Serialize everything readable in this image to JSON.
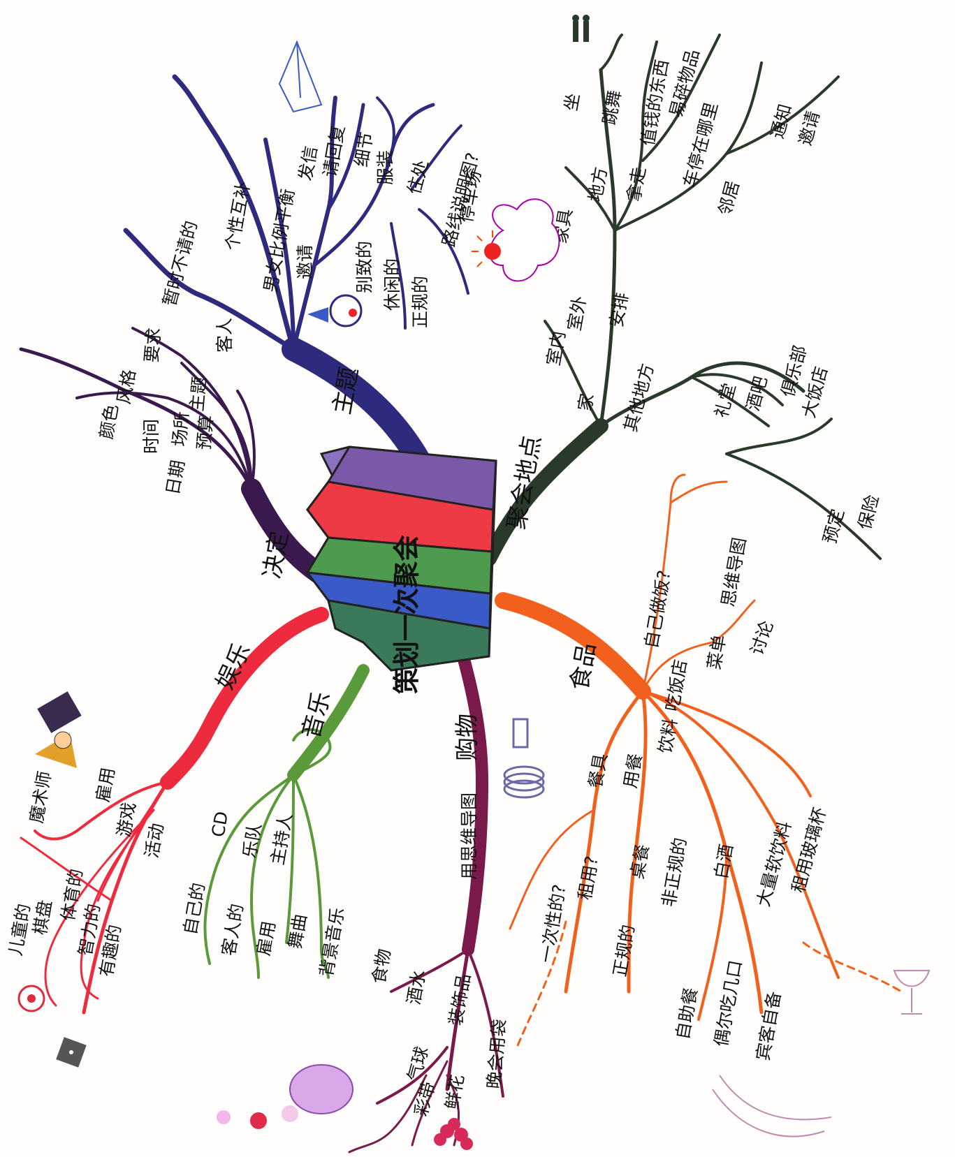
{
  "central": {
    "title": "策划一次聚会"
  },
  "branches": {
    "theme": {
      "label": "主题",
      "sub": [
        "男女比例平衡",
        "个性互补",
        "暂时不请的",
        "客人"
      ],
      "invite": "邀请",
      "send": "发信",
      "reply": "请回复",
      "detail": "细节",
      "attire": "服装",
      "casual": "休闲的",
      "formal": "正规的",
      "special": "别致的",
      "outdoor": "住处",
      "map": "路线说明图?",
      "parking": "停车场"
    },
    "decide": {
      "label": "决定",
      "items": [
        "日期",
        "时间",
        "主题",
        "场所",
        "预算",
        "要求",
        "颜色",
        "风格"
      ]
    },
    "venue": {
      "label": "聚会地点",
      "home": "家",
      "other": "其他地方",
      "arrange": "安排",
      "indoor": "室内",
      "outdoor_area": "室外",
      "furniture": "家具",
      "room": "地方",
      "sit": "坐",
      "dance": "跳舞",
      "move": "拿走",
      "valuables": "值钱的东西",
      "fragile": "易碎物品",
      "car": "车停在哪里",
      "neighbors": "邻居",
      "notify": "通知",
      "invite_n": "邀请",
      "hall": "礼堂",
      "bar": "酒吧",
      "club": "俱乐部",
      "hotel": "大饭店",
      "book": "预定",
      "deposit": "保险"
    },
    "food": {
      "label": "食品",
      "cook": "自己做饭?",
      "restaurant": "吃饭店",
      "menu": "菜单",
      "discuss": "讨论",
      "ideas": "思维导图",
      "tableware": "餐具",
      "use": "用餐",
      "drinks": "饮料",
      "rent": "租用?",
      "disposable": "一次性的?",
      "formal_t": "正规的",
      "table": "桌餐",
      "informal": "非正规的",
      "buffet": "自助餐",
      "snack": "偶尔吃几口",
      "guests": "宾客自备",
      "wine": "白酒",
      "soft": "大量软饮料",
      "glasses": "租用玻璃杯"
    },
    "shopping": {
      "label": "购物",
      "method": "用思维导图",
      "food_s": "食物",
      "liquor": "酒水",
      "decor": "装饰品",
      "bags": "晚会用袋",
      "balloons": "气球",
      "ribbons": "彩带",
      "flowers": "鲜花"
    },
    "music": {
      "label": "音乐",
      "cd": "CD",
      "band": "乐队",
      "host": "主持人",
      "dance_m": "舞曲",
      "bg": "背景音乐",
      "own": "自己的",
      "guest_own": "客人的",
      "hire": "雇用"
    },
    "fun": {
      "label": "娱乐",
      "activities": "活动",
      "games": "游戏",
      "hire_f": "雇用",
      "magician": "魔术师",
      "kids": "儿童的",
      "board": "棋盘",
      "sports": "体育的",
      "mental": "智力的",
      "funny": "有趣的"
    }
  },
  "colors": {
    "theme": "#2e2a7e",
    "decide": "#3a1a4e",
    "venue": "#2a3a2a",
    "food": "#f2601e",
    "shopping": "#7a1a4a",
    "music": "#5a9a3a",
    "fun": "#ee2a3e",
    "crown": [
      "#7a5aa8",
      "#ee3a44",
      "#4e9a4e",
      "#3a5ac8",
      "#8a72c0",
      "#3a7a5a"
    ]
  }
}
